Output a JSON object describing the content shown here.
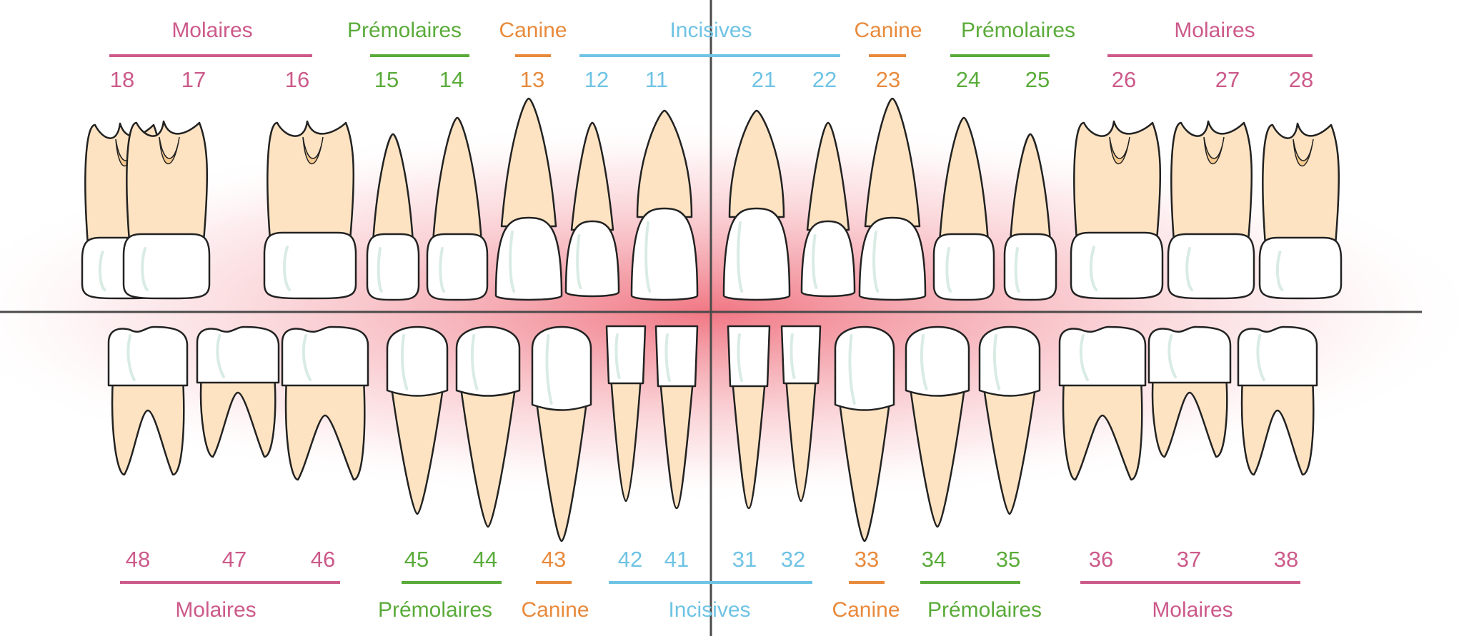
{
  "colors": {
    "molar": "#cc5a8a",
    "premolar": "#5aab3a",
    "canine": "#e88a3c",
    "incisor": "#6fc3e4",
    "root": "#fde3c2",
    "root_dark": "#f6c98e",
    "crown": "#ffffff",
    "crown_shade": "#d9ece4",
    "outline": "#222222",
    "axis": "#4a4a4a",
    "glow": "#ef6f7c"
  },
  "upper": {
    "groups": [
      {
        "label": "Molaires",
        "type": "molar"
      },
      {
        "label": "Prémolaires",
        "type": "premolar"
      },
      {
        "label": "Canine",
        "type": "canine"
      },
      {
        "label": "Incisives",
        "type": "incisor"
      },
      {
        "label": "Canine",
        "type": "canine"
      },
      {
        "label": "Prémolaires",
        "type": "premolar"
      },
      {
        "label": "Molaires",
        "type": "molar"
      }
    ],
    "teeth": [
      {
        "num": "18",
        "type": "molar"
      },
      {
        "num": "17",
        "type": "molar"
      },
      {
        "num": "16",
        "type": "molar"
      },
      {
        "num": "15",
        "type": "premolar"
      },
      {
        "num": "14",
        "type": "premolar"
      },
      {
        "num": "13",
        "type": "canine"
      },
      {
        "num": "12",
        "type": "incisor"
      },
      {
        "num": "11",
        "type": "incisor"
      },
      {
        "num": "21",
        "type": "incisor"
      },
      {
        "num": "22",
        "type": "incisor"
      },
      {
        "num": "23",
        "type": "canine"
      },
      {
        "num": "24",
        "type": "premolar"
      },
      {
        "num": "25",
        "type": "premolar"
      },
      {
        "num": "26",
        "type": "molar"
      },
      {
        "num": "27",
        "type": "molar"
      },
      {
        "num": "28",
        "type": "molar"
      }
    ]
  },
  "lower": {
    "groups": [
      {
        "label": "Molaires",
        "type": "molar"
      },
      {
        "label": "Prémolaires",
        "type": "premolar"
      },
      {
        "label": "Canine",
        "type": "canine"
      },
      {
        "label": "Incisives",
        "type": "incisor"
      },
      {
        "label": "Canine",
        "type": "canine"
      },
      {
        "label": "Prémolaires",
        "type": "premolar"
      },
      {
        "label": "Molaires",
        "type": "molar"
      }
    ],
    "teeth": [
      {
        "num": "48",
        "type": "molar"
      },
      {
        "num": "47",
        "type": "molar"
      },
      {
        "num": "46",
        "type": "molar"
      },
      {
        "num": "45",
        "type": "premolar"
      },
      {
        "num": "44",
        "type": "premolar"
      },
      {
        "num": "43",
        "type": "canine"
      },
      {
        "num": "42",
        "type": "incisor"
      },
      {
        "num": "41",
        "type": "incisor"
      },
      {
        "num": "31",
        "type": "incisor"
      },
      {
        "num": "32",
        "type": "incisor"
      },
      {
        "num": "33",
        "type": "canine"
      },
      {
        "num": "34",
        "type": "premolar"
      },
      {
        "num": "35",
        "type": "premolar"
      },
      {
        "num": "36",
        "type": "molar"
      },
      {
        "num": "37",
        "type": "molar"
      },
      {
        "num": "38",
        "type": "molar"
      }
    ]
  }
}
